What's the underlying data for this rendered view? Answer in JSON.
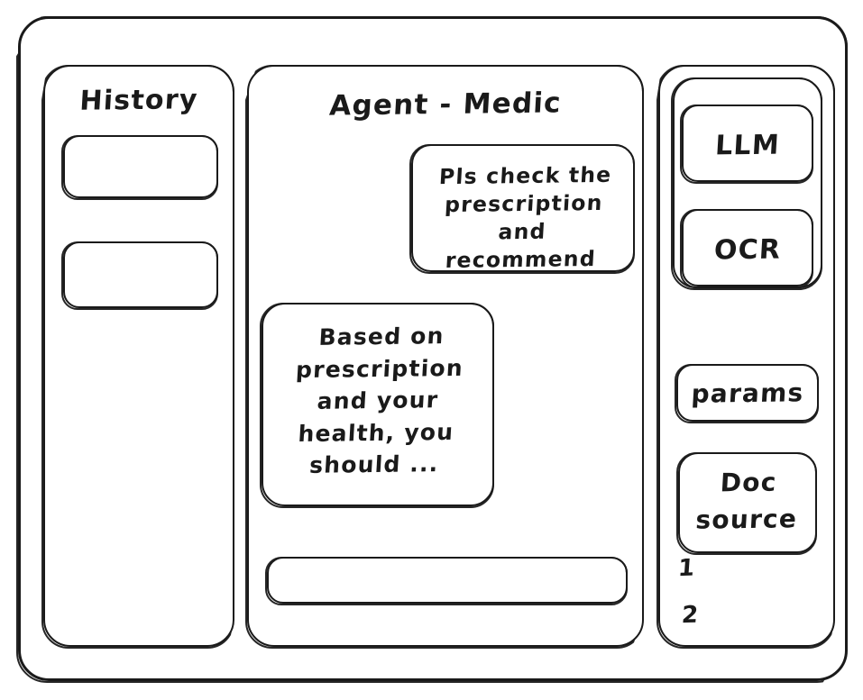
{
  "app": {
    "frame_label": "application-window"
  },
  "history": {
    "title": "History",
    "items": [
      {
        "label": ""
      },
      {
        "label": ""
      }
    ]
  },
  "chat": {
    "title": "Agent - Medic",
    "messages": [
      {
        "role": "user",
        "text": "Pls check the prescription and recommend"
      },
      {
        "role": "assistant",
        "text": "Based on prescription and your health, you should ..."
      }
    ],
    "input": {
      "value": "",
      "placeholder": ""
    }
  },
  "tools": {
    "group": [
      {
        "label": "LLM"
      },
      {
        "label": "OCR"
      }
    ],
    "params": {
      "label": "params"
    },
    "doc_source": {
      "label": "Doc source",
      "items": [
        {
          "label": "1"
        },
        {
          "label": "2"
        }
      ]
    }
  },
  "colors": {
    "stroke": "#1a1a1a",
    "background": "#ffffff"
  }
}
